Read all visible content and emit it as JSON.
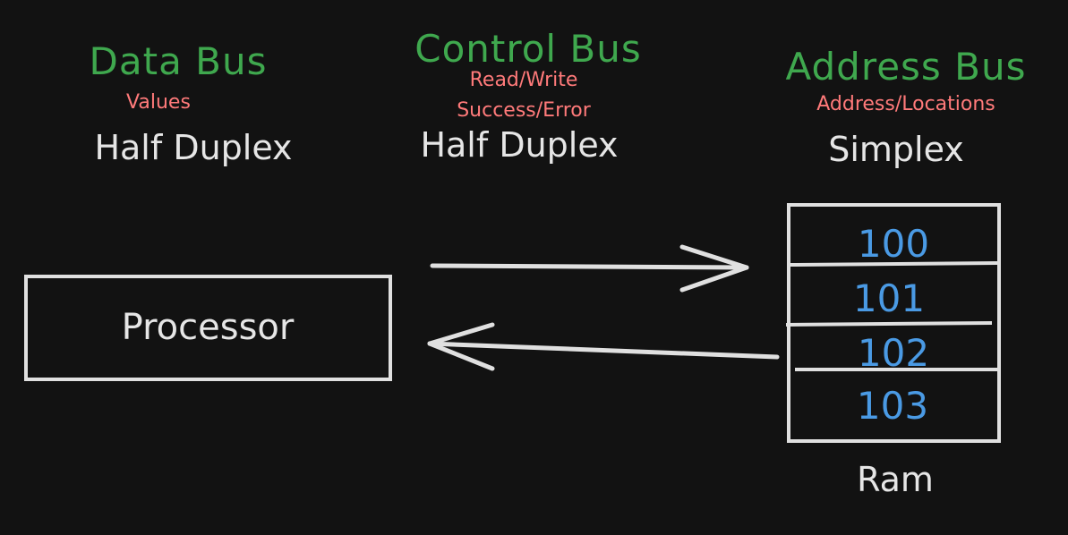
{
  "buses": [
    {
      "title": "Data Bus",
      "subtitle": [
        "Values"
      ],
      "mode": "Half Duplex"
    },
    {
      "title": "Control Bus",
      "subtitle": [
        "Read/Write",
        "Success/Error"
      ],
      "mode": "Half Duplex"
    },
    {
      "title": "Address Bus",
      "subtitle": [
        "Address/Locations"
      ],
      "mode": "Simplex"
    }
  ],
  "processor": {
    "label": "Processor"
  },
  "ram": {
    "label": "Ram",
    "cells": [
      "100",
      "101",
      "102",
      "103"
    ]
  },
  "colors": {
    "background": "#121212",
    "title": "#3fa84e",
    "subtitle": "#ff7a7a",
    "text": "#e6e6e6",
    "cell_text": "#4a9ae4",
    "stroke": "#e0e0e0"
  }
}
